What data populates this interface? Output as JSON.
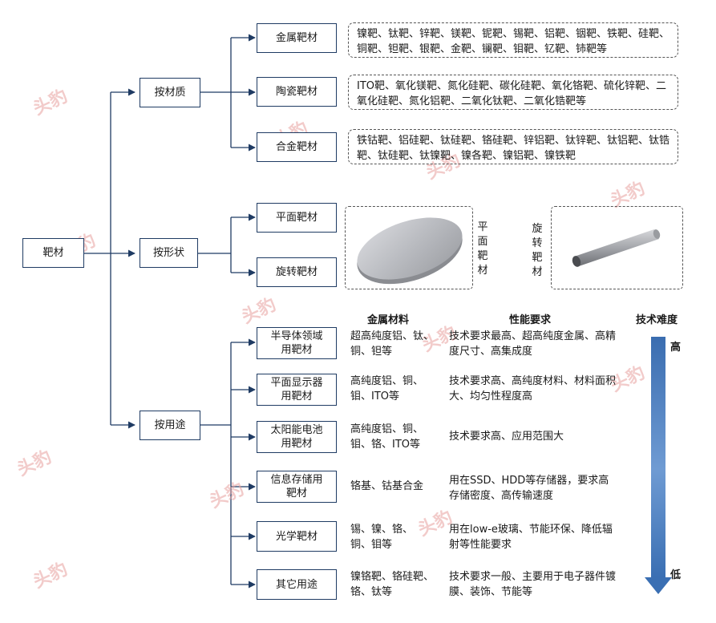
{
  "root": "靶材",
  "branches": [
    {
      "label": "按材质"
    },
    {
      "label": "按形状"
    },
    {
      "label": "按用途"
    }
  ],
  "material": [
    {
      "label": "金属靶材",
      "detail": "镍靶、钛靶、锌靶、镁靶、铌靶、锡靶、铝靶、铟靶、铁靶、硅靶、铜靶、钽靶、银靶、金靶、镧靶、钼靶、钇靶、铈靶等"
    },
    {
      "label": "陶瓷靶材",
      "detail": "ITO靶、氧化镁靶、氮化硅靶、碳化硅靶、氧化铬靶、硫化锌靶、二氧化硅靶、氮化铝靶、二氧化钛靶、二氧化锆靶等"
    },
    {
      "label": "合金靶材",
      "detail": "铁钴靶、铝硅靶、钛硅靶、铬硅靶、锌铝靶、钛锌靶、钛铝靶、钛锆靶、钛硅靶、钛镍靶、镍各靶、镍铝靶、镍铁靶"
    }
  ],
  "shape": [
    {
      "label": "平面靶材",
      "vertical": "平面靶材"
    },
    {
      "label": "旋转靶材",
      "vertical": "旋转靶材"
    }
  ],
  "usage_headers": {
    "material": "金属材料",
    "performance": "性能要求",
    "difficulty": "技术难度"
  },
  "difficulty": {
    "high": "高",
    "low": "低"
  },
  "usage": [
    {
      "label": "半导体领域\n用靶材",
      "material": "超高纯度铝、钛、铜、钽等",
      "performance": "技术要求最高、超高纯度金属、高精度尺寸、高集成度"
    },
    {
      "label": "平面显示器\n用靶材",
      "material": "高纯度铝、铜、钼、ITO等",
      "performance": "技术要求高、高纯度材料、材料面积大、均匀性程度高"
    },
    {
      "label": "太阳能电池\n用靶材",
      "material": "高纯度铝、铜、钼、铬、ITO等",
      "performance": "技术要求高、应用范围大"
    },
    {
      "label": "信息存储用\n靶材",
      "material": "铬基、钴基合金",
      "performance": "用在SSD、HDD等存储器，要求高存储密度、高传输速度"
    },
    {
      "label": "光学靶材",
      "material": "锡、镍、铬、铜、钼等",
      "performance": "用在low-e玻璃、节能环保、降低辐射等性能要求"
    },
    {
      "label": "其它用途",
      "material": "镍铬靶、铬硅靶、铬、钛等",
      "performance": "技术要求一般、主要用于电子器件镀膜、装饰、节能等"
    }
  ],
  "colors": {
    "line": "#1f3b63",
    "arrow_top": "#4a7fc1",
    "arrow_bottom": "#3a6fb3"
  },
  "watermark_icon": "tiger-logo"
}
